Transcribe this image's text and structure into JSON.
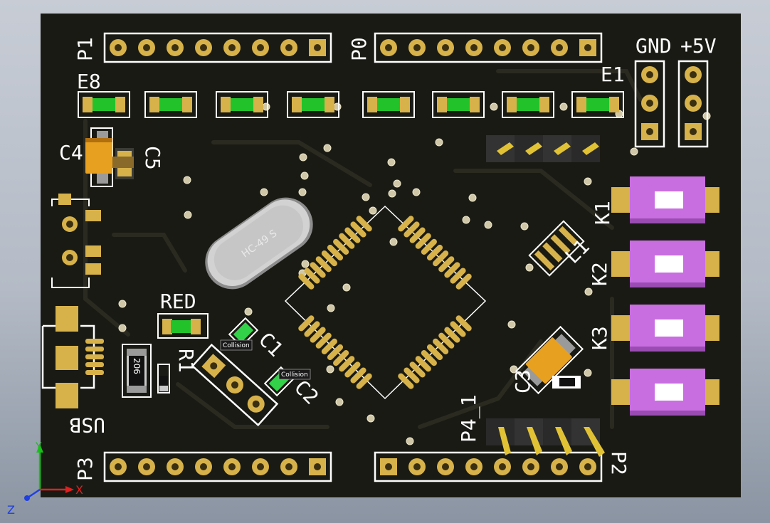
{
  "labels": {
    "p1": "P1",
    "p0": "P0",
    "p2": "P2",
    "p3": "P3",
    "p4": "P4_1",
    "e8": "E8",
    "e1": "E1",
    "gnd": "GND",
    "v5": "+5V",
    "c4": "C4",
    "c5": "C5",
    "c1": "C1",
    "c2": "C2",
    "c3": "C3",
    "k1": "K1",
    "k2": "K2",
    "k3": "K3",
    "usb": "USB",
    "red": "RED",
    "r1": "R1",
    "l1": "L1",
    "res_code": "206",
    "crystal": "HC-49 S"
  },
  "collision_labels": [
    "Collision",
    "Collision"
  ],
  "axis": {
    "x": "X",
    "y": "Y",
    "z": "Z"
  },
  "colors": {
    "board": "#1a1a14",
    "silkscreen": "#ffffff",
    "pad": "#d7b24a",
    "led": "#22c22a",
    "button": "#c86ee0",
    "capacitor_tantalum": "#e8a020",
    "header_black": "#2a2a2a"
  },
  "icons": {
    "axis_gizmo": "xyz-axis-icon",
    "collision": "collision-marker-icon"
  }
}
